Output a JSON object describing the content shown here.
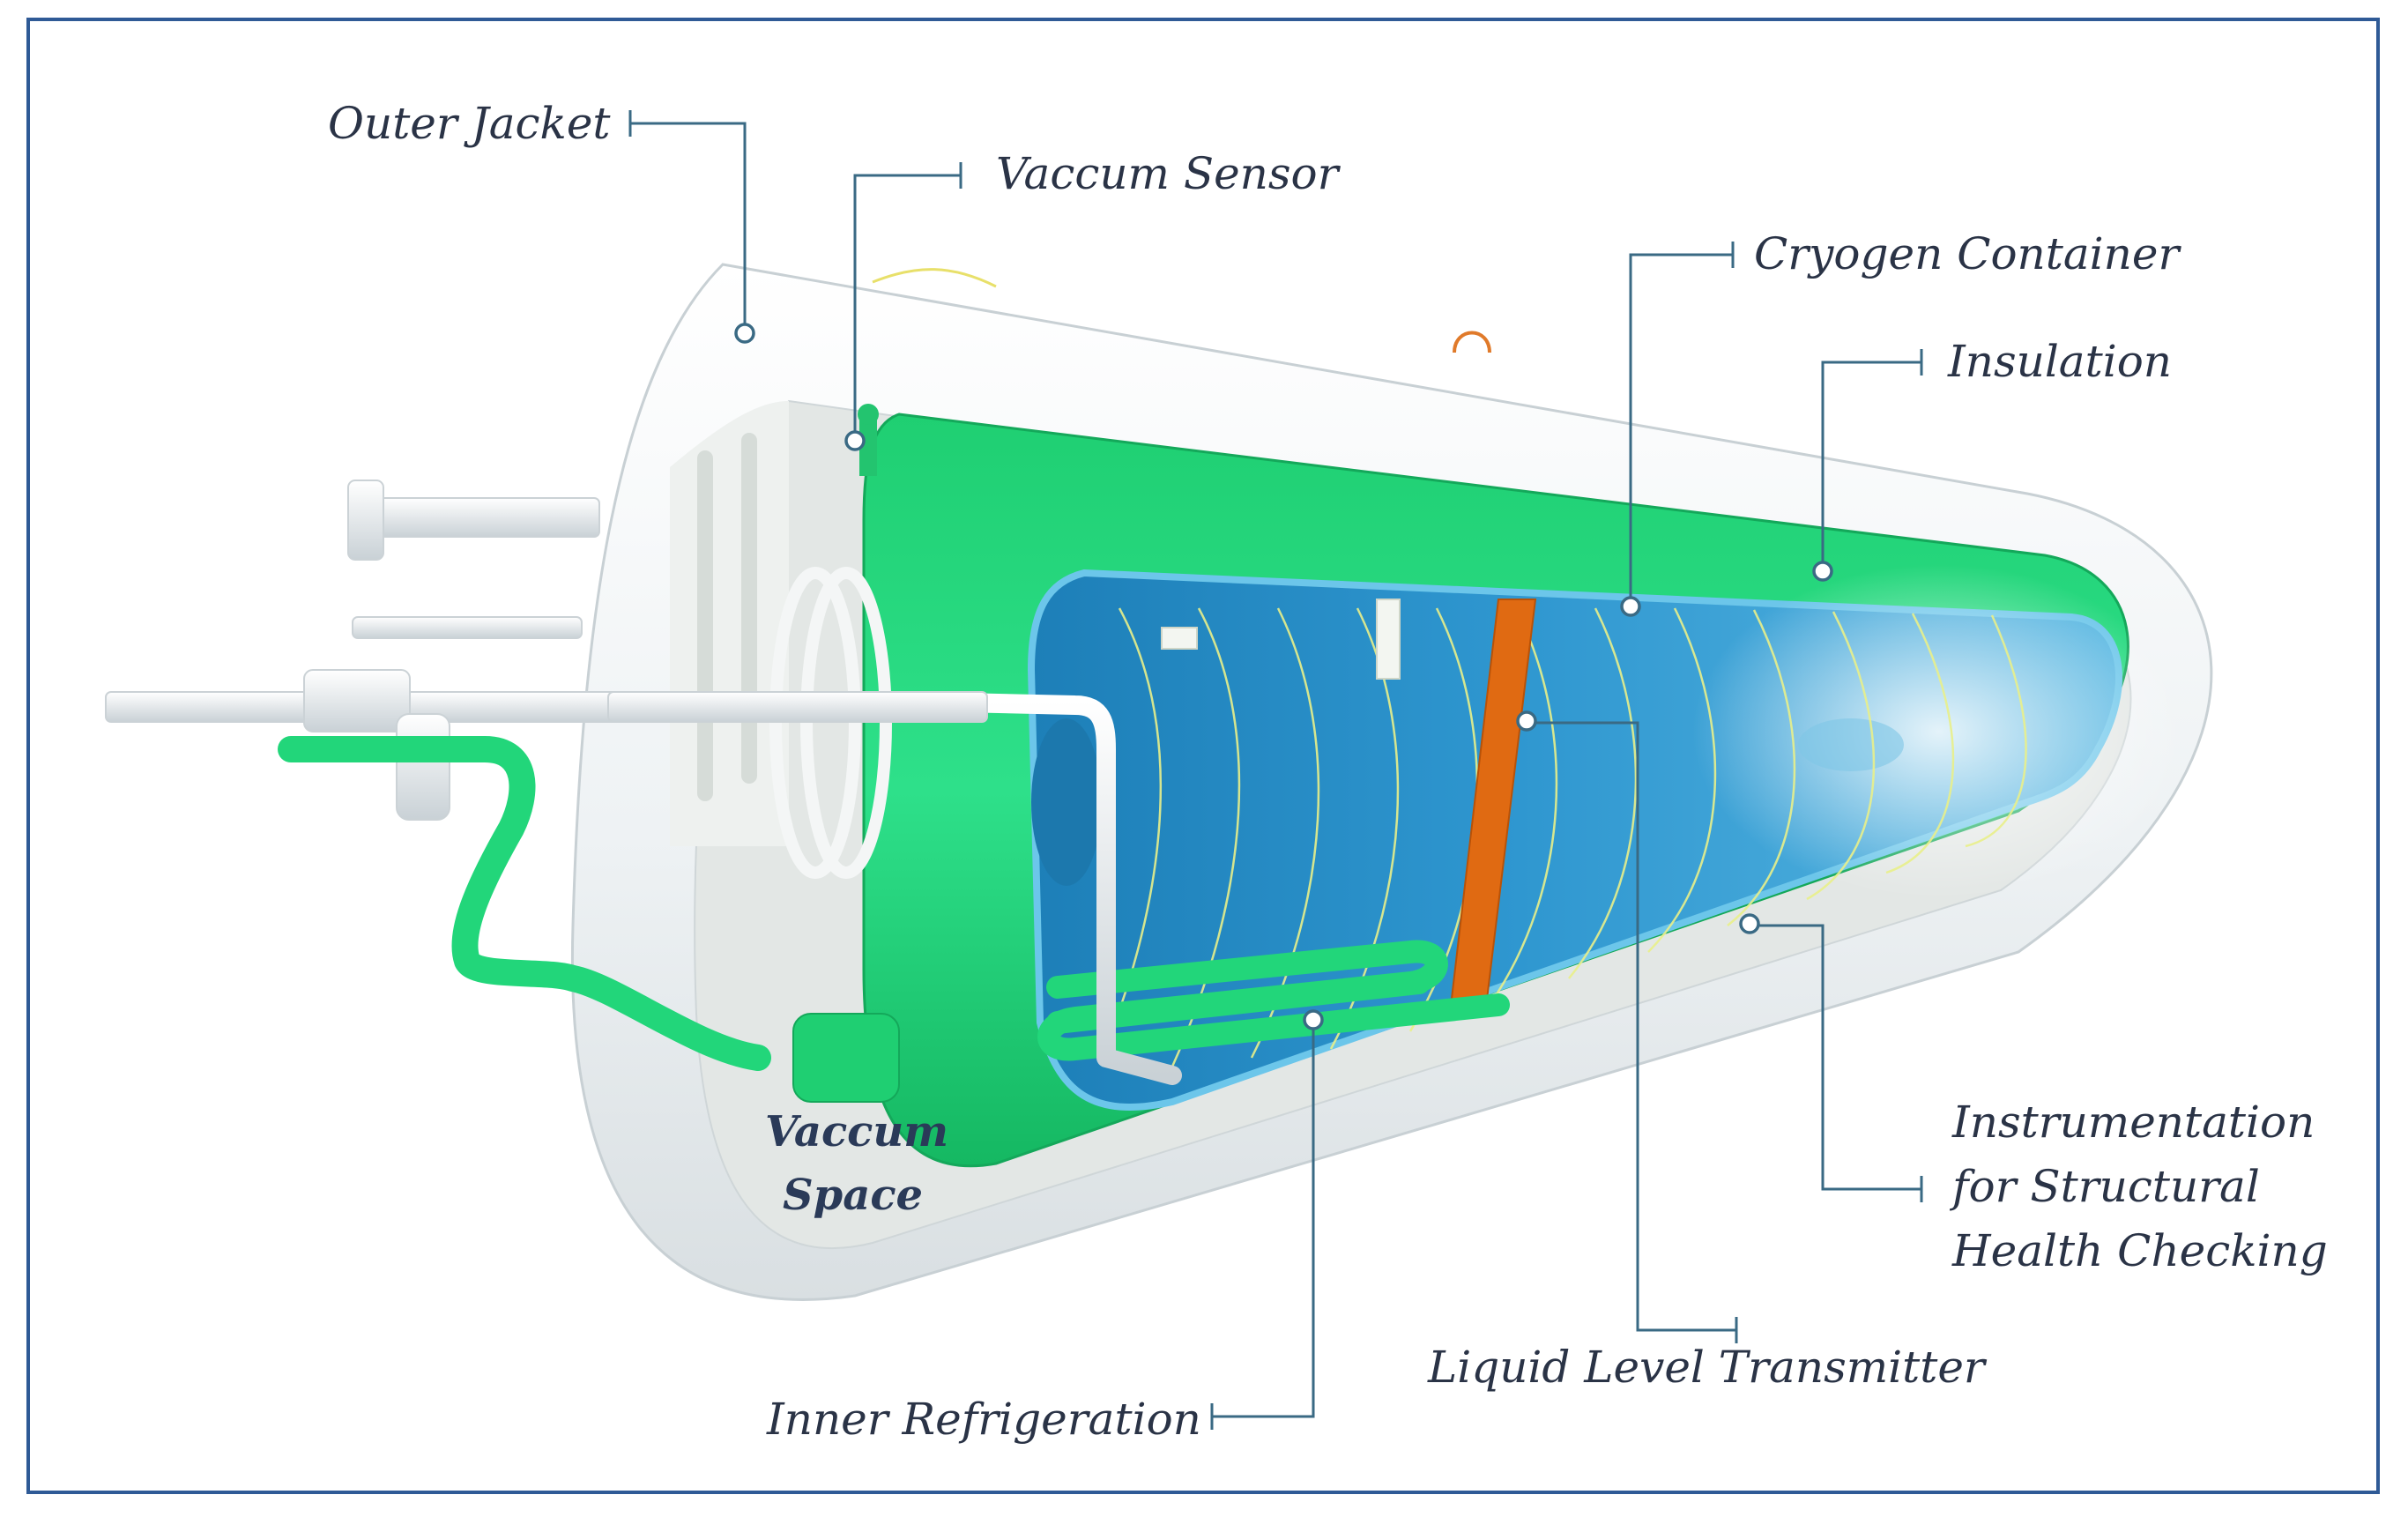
{
  "labels": {
    "outer_jacket": "Outer Jacket",
    "vaccum_sensor": "Vaccum Sensor",
    "cryogen_container": "Cryogen Container",
    "insulation": "Insulation",
    "vaccum_space_line1": "Vaccum",
    "vaccum_space_line2": "Space",
    "instrumentation_line1": "Instrumentation",
    "instrumentation_line2": "for Structural",
    "instrumentation_line3": "Health Checking",
    "liquid_level_transmitter": "Liquid Level Transmitter",
    "inner_refrigeration": "Inner Refrigeration"
  },
  "colors": {
    "frame": "#2f5a96",
    "jacket": "#eef2f5",
    "insulation_green": "#22d67a",
    "cryogen_blue": "#2f95cf",
    "transmitter_orange": "#e06a12",
    "coil_yellow": "#e9f08a",
    "leader": "#3a6a84"
  }
}
